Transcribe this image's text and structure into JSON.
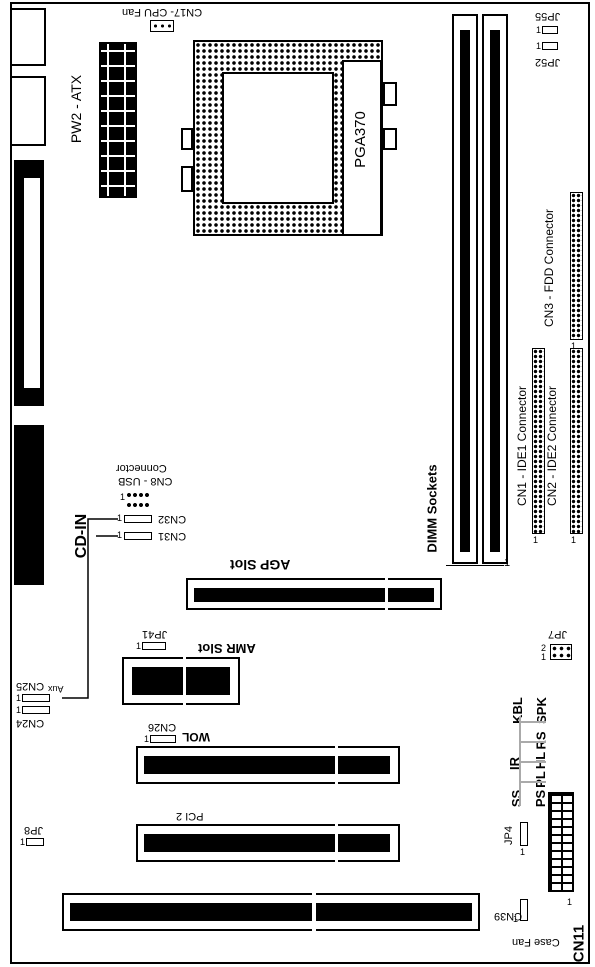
{
  "labels": {
    "cpu_fan": "CN17- CPU Fan",
    "pw2": "PW2 - ATX",
    "pga": "PGA370",
    "jp55": "JP55",
    "jp52": "JP52",
    "one": "1",
    "two": "2",
    "cn3": "CN3 - FDD Connector",
    "cn1": "CN1 - IDE1 Connector",
    "cn2": "CN2 - IDE2 Connector",
    "dimm": "DIMM Sockets",
    "cn8_a": "CN8 - USB",
    "cn8_b": "Connector",
    "cdin": "CD-IN",
    "cn32": "CN32",
    "cn31": "CN31",
    "agp": "AGP Slot",
    "jp41": "JP41",
    "amr": "AMR Slot",
    "jp7": "JP7",
    "cn25": "CN25",
    "aux": "Aux",
    "cn24": "CN24",
    "cn26": "CN26",
    "wol": "WOL",
    "kbl": "KBL",
    "spk": "SPK",
    "ir": "IR",
    "rs": "RS",
    "hl": "HL",
    "pl": "PL",
    "ss": "SS",
    "ps": "PS",
    "pci2": "PCI 2",
    "jp8": "JP8",
    "jp4": "JP4",
    "cn39": "CN39",
    "casefan": "Case Fan",
    "cn11": "CN11"
  }
}
